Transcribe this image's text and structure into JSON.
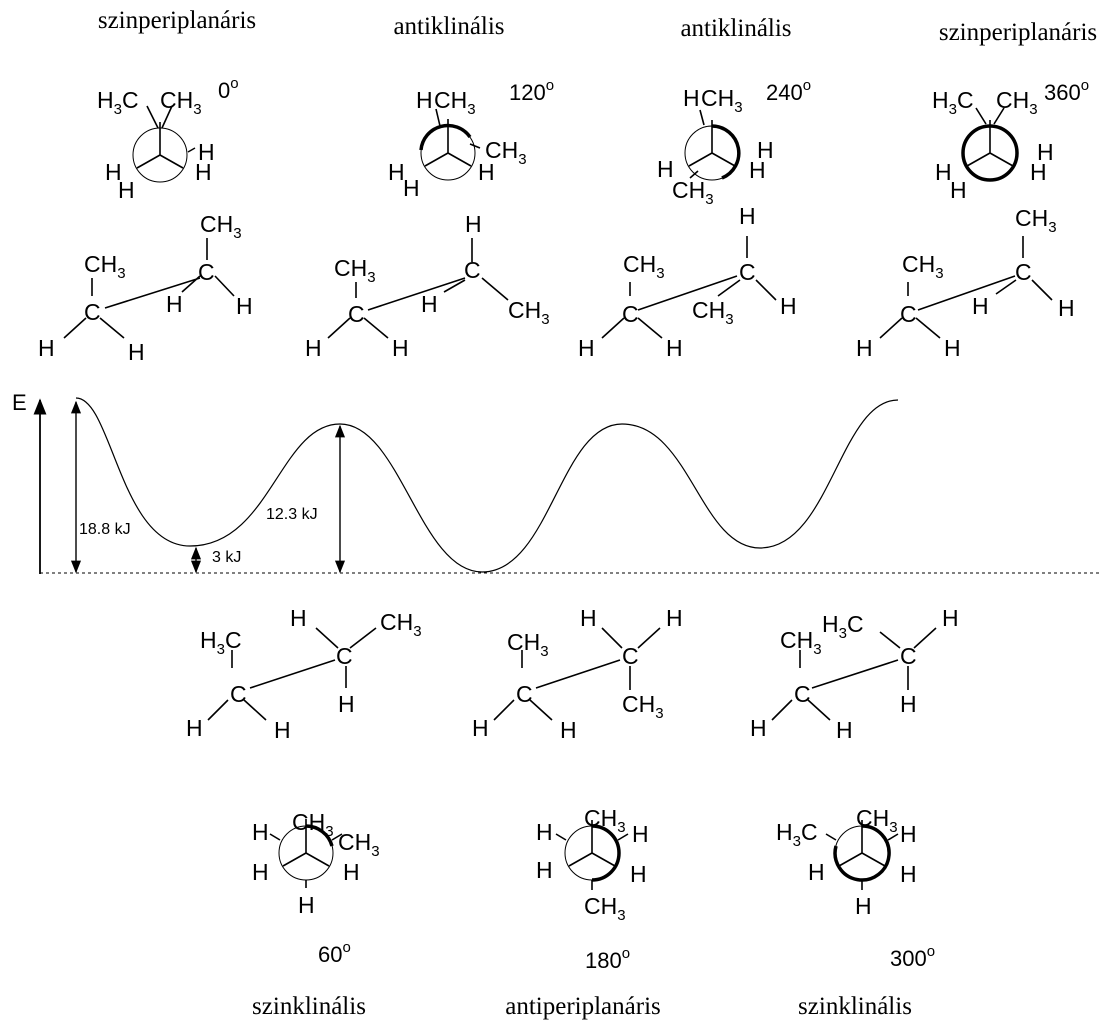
{
  "top_labels": [
    "szinperiplanáris",
    "antiklinális",
    "antiklinális",
    "szinperiplanáris"
  ],
  "bottom_labels": [
    "szinklinális",
    "antiperiplanáris",
    "szinklinális"
  ],
  "top_angles": [
    "0",
    "120",
    "240",
    "360"
  ],
  "bottom_angles": [
    "60",
    "180",
    "300"
  ],
  "degree_sign": "o",
  "axis_label": "E",
  "energy_labels": {
    "barrier_eclipsed": "18.8 kJ",
    "barrier_anticlinal": "12.3 kJ",
    "gauche_anti_diff": "3 kJ"
  },
  "atoms": {
    "carbon": "C",
    "hydrogen": "H",
    "methyl_main": "CH",
    "methyl_sub": "3",
    "h3c_main": "H",
    "h3c_sub": "3",
    "h3c_tail": "C"
  }
}
